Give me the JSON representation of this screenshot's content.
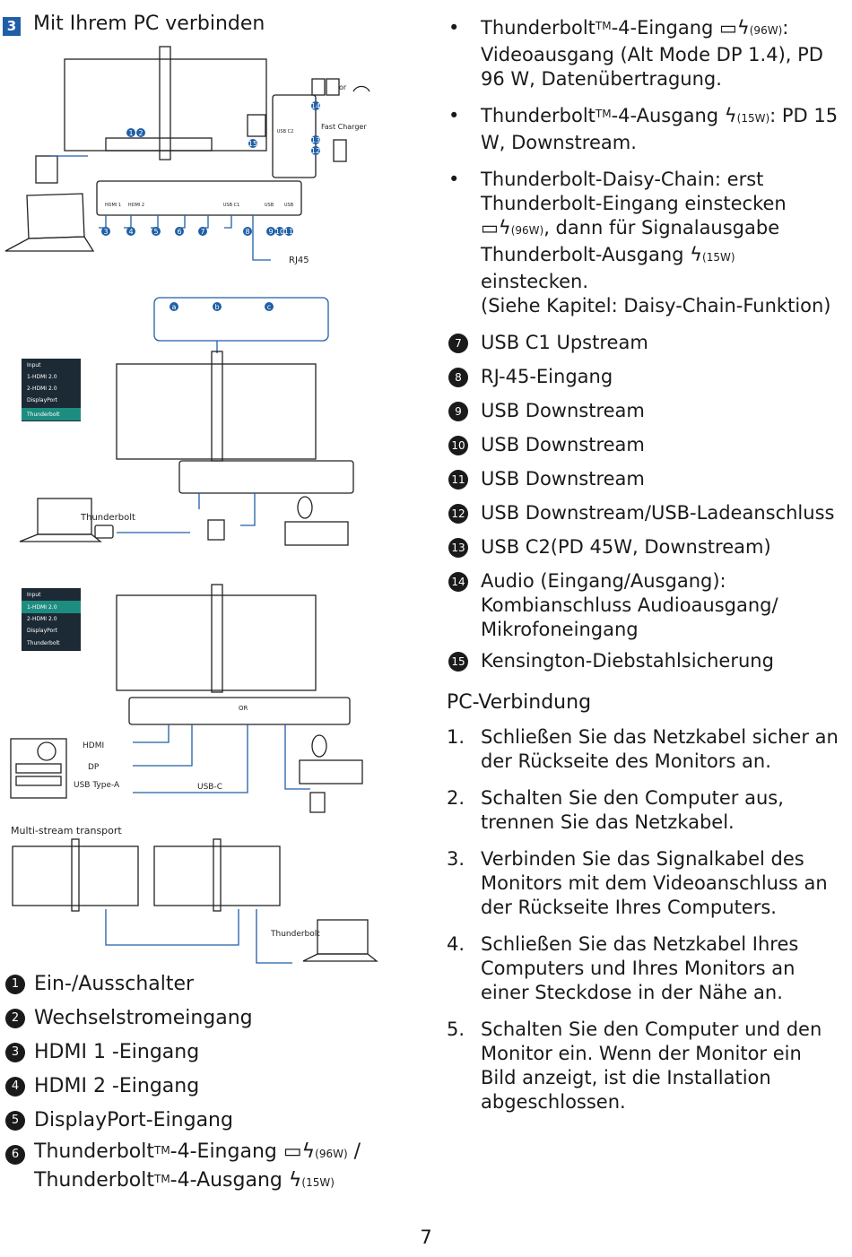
{
  "section": {
    "number": "3",
    "title": "Mit Ihrem PC verbinden"
  },
  "figure": {
    "labels": {
      "or": "or",
      "fast_charger": "Fast Charger",
      "rj45": "RJ45",
      "thunderbolt": "Thunderbolt",
      "hdmi": "HDMI",
      "dp": "DP",
      "usb_type_a": "USB Type-A",
      "usb_c": "USB-C",
      "mst": "Multi-stream transport",
      "thunderbolt2": "Thunderbolt",
      "or2": "OR",
      "port_hdmi1": "HDMI 1",
      "port_hdmi2": "HDMI 2",
      "port_usbc1": "USB C1",
      "port_usb": "USB",
      "port_usbc2": "USB C2"
    },
    "osd1": [
      "Input",
      "1-HDMI 2.0",
      "2-HDMI 2.0",
      "DisplayPort",
      "Thunderbolt"
    ],
    "osd2": [
      "Input",
      "1-HDMI 2.0",
      "2-HDMI 2.0",
      "DisplayPort",
      "Thunderbolt"
    ],
    "steps": [
      "a",
      "b",
      "c"
    ],
    "callouts": [
      "1",
      "2",
      "3",
      "4",
      "5",
      "6",
      "7",
      "8",
      "9",
      "10",
      "11",
      "12",
      "13",
      "14",
      "15"
    ]
  },
  "legend": [
    {
      "n": "1",
      "text": "Ein-/Ausschalter"
    },
    {
      "n": "2",
      "text": "Wechselstromeingang"
    },
    {
      "n": "3",
      "text": "HDMI 1 -Eingang"
    },
    {
      "n": "4",
      "text": "HDMI 2 -Eingang"
    },
    {
      "n": "5",
      "text": "DisplayPort-Eingang"
    },
    {
      "n": "6",
      "a": "Thunderbolt",
      "tm": "TM",
      "b": "-4-Eingang",
      "w1": "(96W)",
      "sep": "/",
      "c": "Thunderbolt",
      "tm2": "TM",
      "d": "-4-Ausgang",
      "w2": "(15W)"
    }
  ],
  "bullets": [
    {
      "a": "Thunderbolt",
      "tm": "TM",
      "b": "-4-Eingang",
      "w": "(96W)",
      "c": ": Videoausgang (Alt Mode DP 1.4), PD 96 W, Datenübertragung."
    },
    {
      "a": "Thunderbolt",
      "tm": "TM",
      "b": "-4-Ausgang",
      "w": "(15W)",
      "c": ": PD 15 W, Downstream."
    },
    {
      "a": "Thunderbolt-Daisy-Chain: erst Thunderbolt-Eingang einstecken",
      "w": "(96W)",
      "b": ", dann für Signalausgabe Thunderbolt-Ausgang",
      "w2": "(15W)",
      "c": "einstecken.",
      "d": "(Siehe Kapitel: Daisy-Chain-Funktion)"
    }
  ],
  "numbered": [
    {
      "n": "7",
      "text": "USB C1 Upstream"
    },
    {
      "n": "8",
      "text": "RJ-45-Eingang"
    },
    {
      "n": "9",
      "text": "USB Downstream"
    },
    {
      "n": "10",
      "text": "USB Downstream"
    },
    {
      "n": "11",
      "text": "USB Downstream"
    },
    {
      "n": "12",
      "text": "USB Downstream/USB-Ladeanschluss"
    },
    {
      "n": "13",
      "text": "USB C2(PD 45W, Downstream)"
    },
    {
      "n": "14",
      "text": "Audio (Eingang/Ausgang): Kombianschluss Audioausgang/ Mikrofoneingang"
    },
    {
      "n": "15",
      "text": "Kensington-Diebstahlsicherung"
    }
  ],
  "pc": {
    "heading": "PC-Verbindung",
    "steps": [
      {
        "n": "1.",
        "text": "Schließen Sie das Netzkabel sicher an der Rückseite des Monitors an."
      },
      {
        "n": "2.",
        "text": "Schalten Sie den Computer aus, trennen Sie das Netzkabel."
      },
      {
        "n": "3.",
        "text": "Verbinden Sie das Signalkabel des Monitors mit dem Videoanschluss an der Rückseite Ihres Computers."
      },
      {
        "n": "4.",
        "text": "Schließen Sie das Netzkabel Ihres Computers und Ihres Monitors an einer Steckdose in der Nähe an."
      },
      {
        "n": "5.",
        "text": "Schalten Sie den Computer und den Monitor ein. Wenn der Monitor ein Bild anzeigt, ist die Installation abgeschlossen."
      }
    ]
  },
  "page_number": "7",
  "colors": {
    "accent": "#1f5fa6",
    "osd_highlight": "#1d8d80",
    "osd_bg": "#1c2a35"
  }
}
